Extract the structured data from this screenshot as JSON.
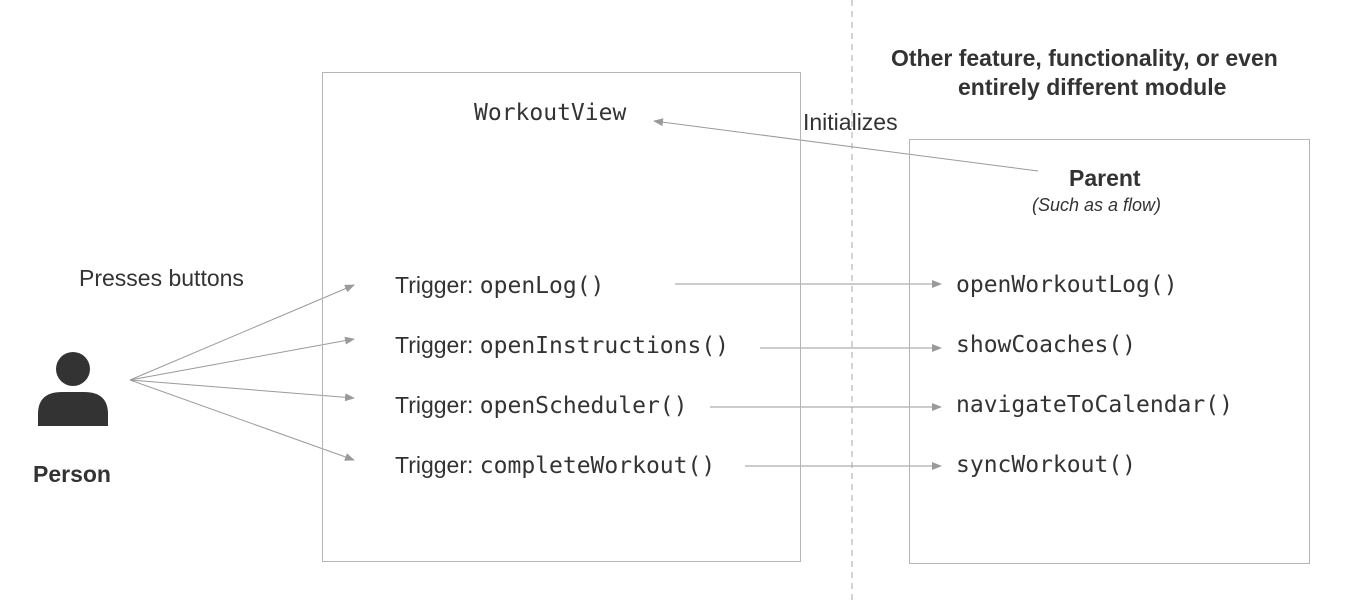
{
  "person": {
    "label": "Person",
    "icon": "person-icon",
    "action_label": "Presses buttons"
  },
  "workout_view": {
    "title": "WorkoutView",
    "triggers": [
      {
        "prefix": "Trigger: ",
        "method": "openLog()"
      },
      {
        "prefix": "Trigger: ",
        "method": "openInstructions()"
      },
      {
        "prefix": "Trigger: ",
        "method": "openScheduler()"
      },
      {
        "prefix": "Trigger: ",
        "method": "completeWorkout()"
      }
    ]
  },
  "other_module": {
    "heading_line1": "Other feature, functionality, or even",
    "heading_line2": "entirely different module"
  },
  "parent": {
    "title": "Parent",
    "subtitle": "(Such as a flow)",
    "handlers": [
      "openWorkoutLog()",
      "showCoaches()",
      "navigateToCalendar()",
      "syncWorkout()"
    ]
  },
  "initializes_label": "Initializes",
  "colors": {
    "text": "#333333",
    "lines": "#9a9a9a",
    "box_border": "#b5b5b5",
    "icon": "#333333"
  }
}
